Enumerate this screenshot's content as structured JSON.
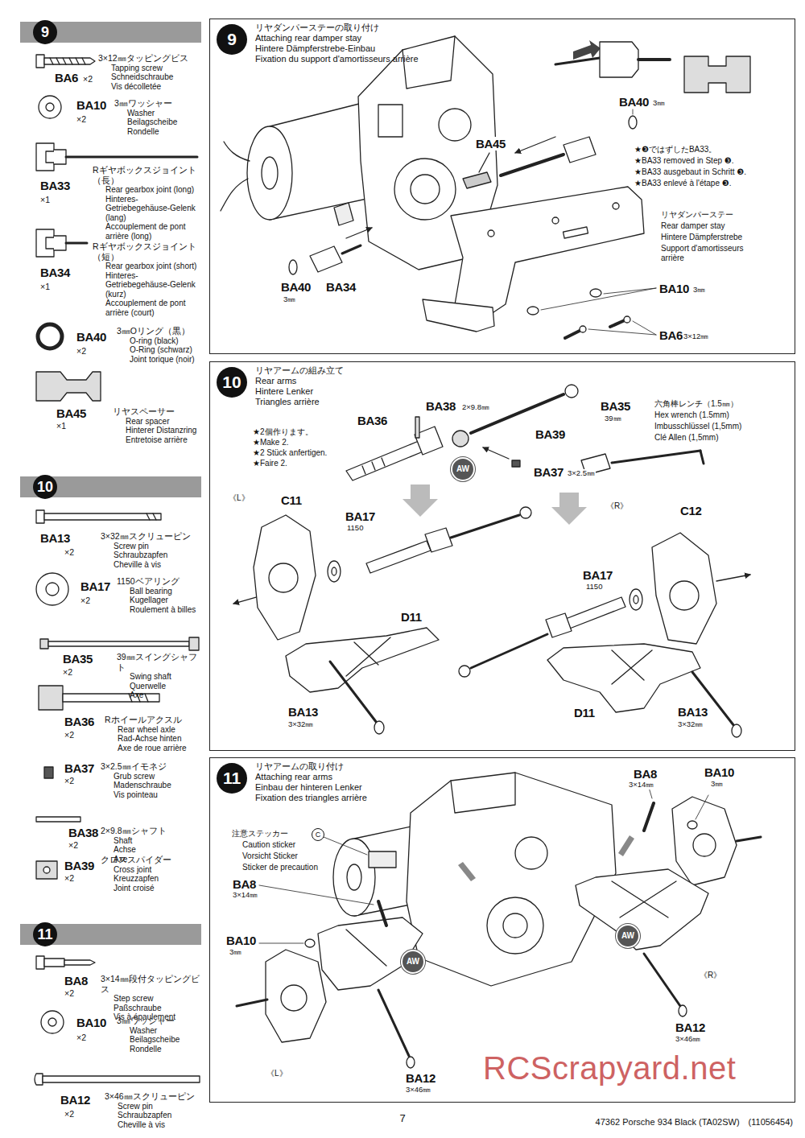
{
  "diagram": {
    "nodes": [
      {
        "text": [
          "9"
        ]
      },
      {
        "text": [
          "9",
          "リヤダンパーステーの取り付け",
          "Attaching rear damper stay",
          "Hintere Dämpferstrebe-Einbau",
          "Fixation du support d'amortisseurs arrière"
        ]
      },
      {
        "text": [
          "10"
        ]
      },
      {
        "text": [
          "10",
          "リヤアームの組み立て",
          "Rear arms",
          "Hintere Lenker",
          "Triangles arrière"
        ]
      },
      {
        "text": [
          "11"
        ]
      },
      {
        "text": [
          "11",
          "リヤアームの取り付け",
          "Attaching rear arms",
          "Einbau der hinteren Lenker",
          "Fixation des triangles arrière"
        ]
      }
    ],
    "labels": [
      "BA6",
      "×2",
      "3×12㎜タッピングビス",
      "Tapping screw",
      "Schneidschraube",
      "Vis décolletée",
      "BA10",
      "×2",
      "3㎜ワッシャー",
      "Washer",
      "Beilagscheibe",
      "Rondelle",
      "BA33",
      "×1",
      "Rギヤボックスジョイント（長）",
      "Rear gearbox joint (long)",
      "Hinteres-Getriebegehäuse-Gelenk (lang)",
      "Accouplement de pont arrière (long)",
      "BA34",
      "×1",
      "Rギヤボックスジョイント（短）",
      "Rear gearbox joint (short)",
      "Hinteres-Getriebegehäuse-Gelenk (kurz)",
      "Accouplement de pont arrière (court)",
      "BA40",
      "×2",
      "3㎜Oリング（黒）",
      "O-ring (black)",
      "O-Ring (schwarz)",
      "Joint torique (noir)",
      "BA45",
      "×1",
      "リヤスペーサー",
      "Rear spacer",
      "Hinterer Distanzring",
      "Entretoise arrière",
      "BA13",
      "×2",
      "3×32㎜スクリューピン",
      "Screw pin",
      "Schraubzapfen",
      "Cheville à vis",
      "BA17",
      "×2",
      "1150ベアリング",
      "Ball bearing",
      "Kugellager",
      "Roulement à billes",
      "BA35",
      "×2",
      "39㎜スイングシャフト",
      "Swing shaft",
      "Querwelle",
      "Axe",
      "BA36",
      "×2",
      "Rホイールアクスル",
      "Rear wheel axle",
      "Rad-Achse hinten",
      "Axe de roue arrière",
      "BA37",
      "×2",
      "3×2.5㎜イモネジ",
      "Grub screw",
      "Madenschraube",
      "Vis pointeau",
      "BA38",
      "×2",
      "2×9.8㎜シャフト",
      "Shaft",
      "Achse",
      "Axe",
      "BA39",
      "×2",
      "クロススパイダー",
      "Cross joint",
      "Kreuzzapfen",
      "Joint croisé",
      "BA8",
      "×2",
      "3×14㎜段付タッピングビス",
      "Step screw",
      "Paßschraube",
      "Vis à épaulement",
      "BA10",
      "×2",
      "3㎜ワッシャー",
      "Washer",
      "Beilagscheibe",
      "Rondelle",
      "BA12",
      "×2",
      "3×46㎜スクリューピン",
      "Screw pin",
      "Schraubzapfen",
      "Cheville à vis",
      "BA40",
      "3㎜",
      "BA45",
      "★❸ではずしたBA33。",
      "★BA33 removed in Step ❸.",
      "★BA33 ausgebaut in Schritt ❸.",
      "★BA33 enlevé à l'étape ❸.",
      "リヤダンパーステー",
      "Rear damper stay",
      "Hintere Dämpferstrebe",
      "Support d'amortisseurs arrière",
      "BA10",
      "3㎜",
      "BA6",
      "3×12㎜",
      "BA40",
      "3㎜",
      "BA34",
      "BA38",
      "2×9.8㎜",
      "BA35",
      "39㎜",
      "BA36",
      "★2個作ります。",
      "★Make 2.",
      "★2 Stück anfertigen.",
      "★Faire 2.",
      "BA39",
      "AW",
      "BA37",
      "3×2.5㎜",
      "六角棒レンチ（1.5㎜）",
      "Hex wrench (1.5mm)",
      "Imbusschlüssel (1,5mm)",
      "Clé Allen (1,5mm)",
      "《L》",
      "C11",
      "BA17",
      "1150",
      "《R》",
      "C12",
      "BA17",
      "1150",
      "D11",
      "D11",
      "BA13",
      "3×32㎜",
      "BA13",
      "3×32㎜",
      "BA8",
      "3×14㎜",
      "BA10",
      "3㎜",
      "注意ステッカー",
      "C",
      "Caution sticker",
      "Vorsicht Sticker",
      "Sticker de precaution",
      "BA8",
      "3×14㎜",
      "BA10",
      "3㎜",
      "AW",
      "AW",
      "《R》",
      "《L》",
      "BA12",
      "3×46㎜",
      "BA12",
      "3×46㎜",
      "7",
      "47362 Porsche 934 Black (TA02SW)　(11056454)",
      "RCScrapyard.net"
    ]
  }
}
